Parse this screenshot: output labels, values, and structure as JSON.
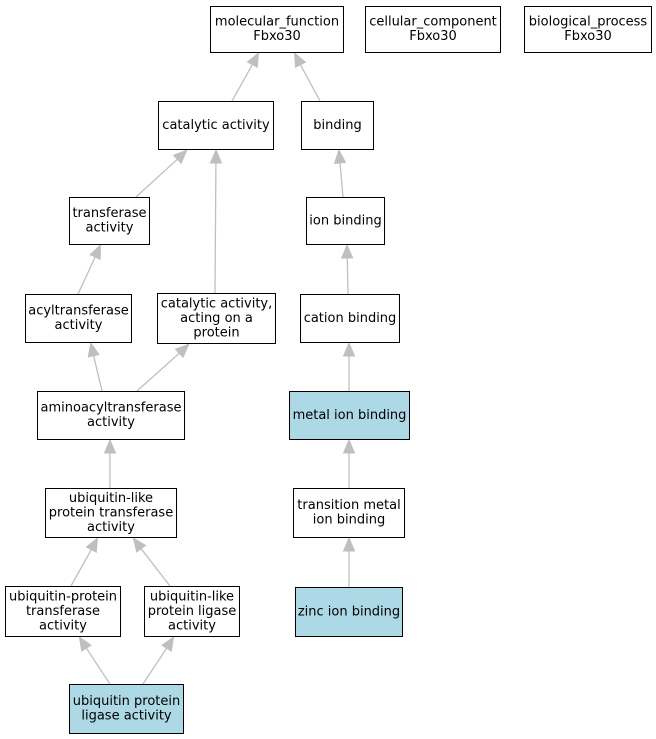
{
  "colors": {
    "highlight_fill": "#add8e6",
    "default_fill": "#ffffff",
    "border": "#000000",
    "edge": "#bfbfbf"
  },
  "nodes": [
    {
      "id": "molecular_function",
      "lines": [
        "molecular_function",
        "Fbxo30"
      ],
      "highlight": false
    },
    {
      "id": "cellular_component",
      "lines": [
        "cellular_component",
        "Fbxo30"
      ],
      "highlight": false
    },
    {
      "id": "biological_process",
      "lines": [
        "biological_process",
        "Fbxo30"
      ],
      "highlight": false
    },
    {
      "id": "catalytic_activity",
      "lines": [
        "catalytic activity"
      ],
      "highlight": false
    },
    {
      "id": "binding",
      "lines": [
        "binding"
      ],
      "highlight": false
    },
    {
      "id": "transferase_activity",
      "lines": [
        "transferase",
        "activity"
      ],
      "highlight": false
    },
    {
      "id": "ion_binding",
      "lines": [
        "ion binding"
      ],
      "highlight": false
    },
    {
      "id": "acyltransferase_activity",
      "lines": [
        "acyltransferase",
        "activity"
      ],
      "highlight": false
    },
    {
      "id": "catalytic_activity_protein",
      "lines": [
        "catalytic activity,",
        "acting on a",
        "protein"
      ],
      "highlight": false
    },
    {
      "id": "cation_binding",
      "lines": [
        "cation binding"
      ],
      "highlight": false
    },
    {
      "id": "aminoacyltransferase_activity",
      "lines": [
        "aminoacyltransferase",
        "activity"
      ],
      "highlight": false
    },
    {
      "id": "metal_ion_binding",
      "lines": [
        "metal ion binding"
      ],
      "highlight": true
    },
    {
      "id": "ubiquitin_like_transferase",
      "lines": [
        "ubiquitin-like",
        "protein transferase",
        "activity"
      ],
      "highlight": false
    },
    {
      "id": "transition_metal_ion_binding",
      "lines": [
        "transition metal",
        "ion binding"
      ],
      "highlight": false
    },
    {
      "id": "ubiquitin_protein_transferase",
      "lines": [
        "ubiquitin-protein",
        "transferase",
        "activity"
      ],
      "highlight": false
    },
    {
      "id": "ubiquitin_like_ligase",
      "lines": [
        "ubiquitin-like",
        "protein ligase",
        "activity"
      ],
      "highlight": false
    },
    {
      "id": "zinc_ion_binding",
      "lines": [
        "zinc ion binding"
      ],
      "highlight": true
    },
    {
      "id": "ubiquitin_protein_ligase",
      "lines": [
        "ubiquitin protein",
        "ligase activity"
      ],
      "highlight": true
    }
  ],
  "edges": [
    {
      "from": "catalytic_activity",
      "to": "molecular_function"
    },
    {
      "from": "binding",
      "to": "molecular_function"
    },
    {
      "from": "transferase_activity",
      "to": "catalytic_activity"
    },
    {
      "from": "catalytic_activity_protein",
      "to": "catalytic_activity"
    },
    {
      "from": "ion_binding",
      "to": "binding"
    },
    {
      "from": "acyltransferase_activity",
      "to": "transferase_activity"
    },
    {
      "from": "cation_binding",
      "to": "ion_binding"
    },
    {
      "from": "aminoacyltransferase_activity",
      "to": "acyltransferase_activity"
    },
    {
      "from": "aminoacyltransferase_activity",
      "to": "catalytic_activity_protein"
    },
    {
      "from": "metal_ion_binding",
      "to": "cation_binding"
    },
    {
      "from": "ubiquitin_like_transferase",
      "to": "aminoacyltransferase_activity"
    },
    {
      "from": "transition_metal_ion_binding",
      "to": "metal_ion_binding"
    },
    {
      "from": "ubiquitin_protein_transferase",
      "to": "ubiquitin_like_transferase"
    },
    {
      "from": "ubiquitin_like_ligase",
      "to": "ubiquitin_like_transferase"
    },
    {
      "from": "zinc_ion_binding",
      "to": "transition_metal_ion_binding"
    },
    {
      "from": "ubiquitin_protein_ligase",
      "to": "ubiquitin_protein_transferase"
    },
    {
      "from": "ubiquitin_protein_ligase",
      "to": "ubiquitin_like_ligase"
    }
  ]
}
